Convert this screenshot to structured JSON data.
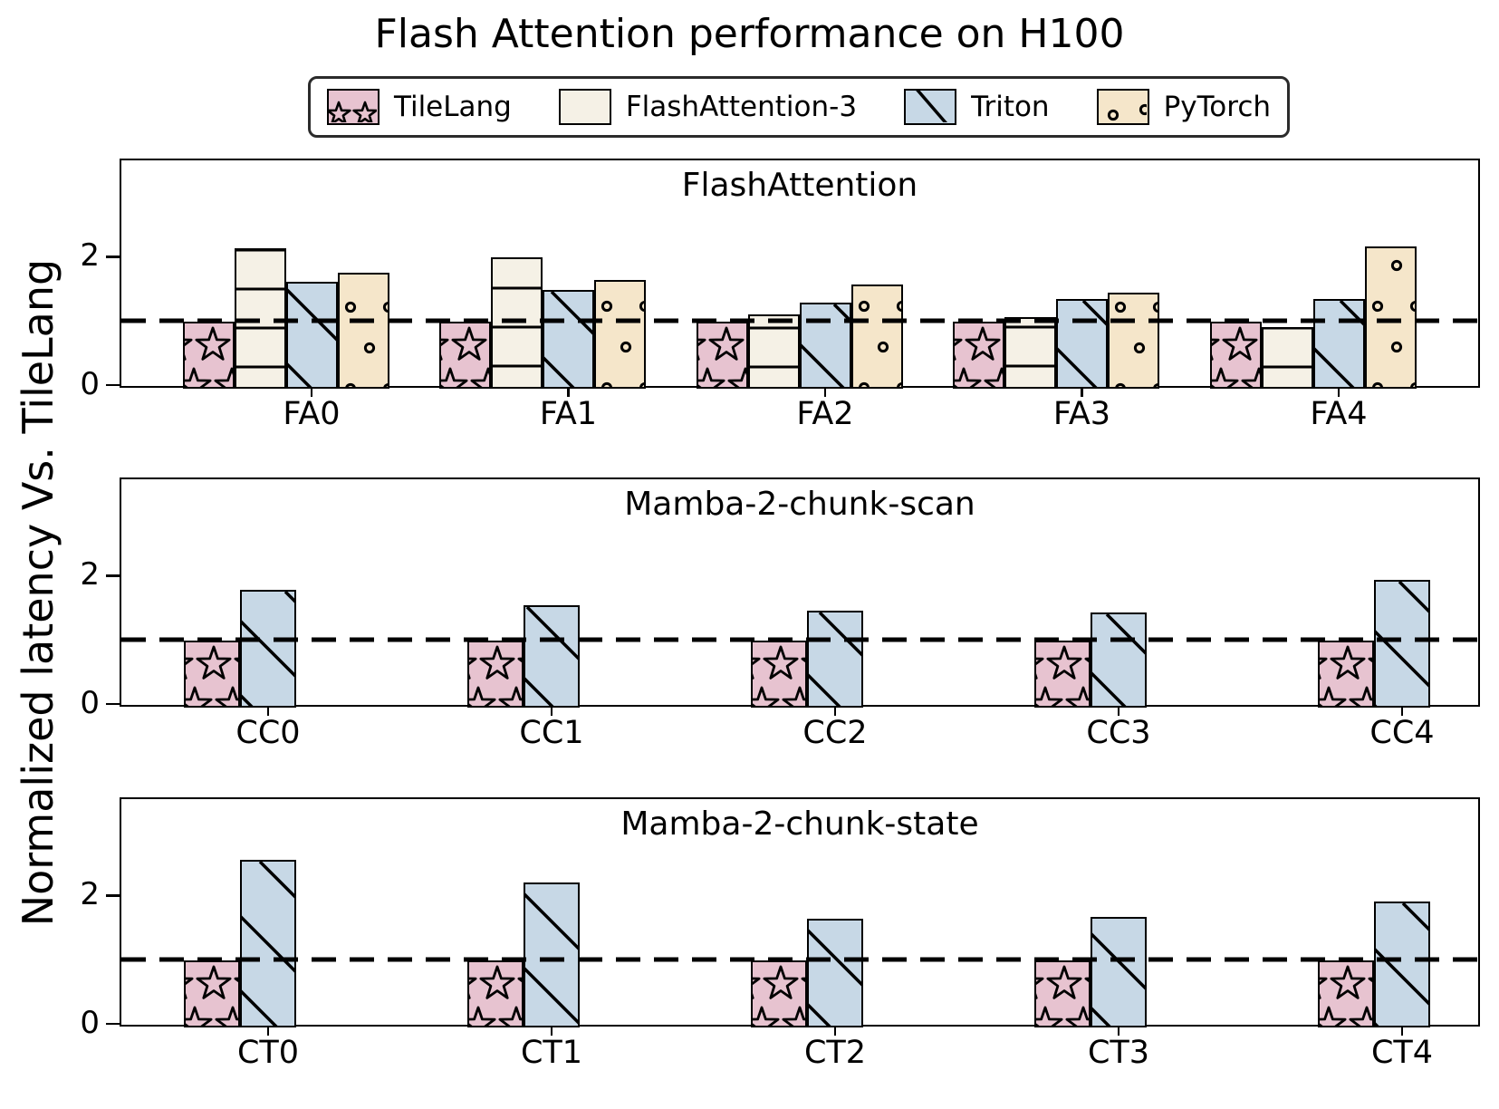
{
  "title": "Flash Attention performance on H100",
  "ylabel": "Normalized latency Vs. TileLang",
  "legend": {
    "entries": [
      {
        "label": "TileLang",
        "color": "#e7c3d0",
        "hatch": "star"
      },
      {
        "label": "FlashAttention-3",
        "color": "#f5f1e6",
        "hatch": "hlines"
      },
      {
        "label": "Triton",
        "color": "#c7d8e6",
        "hatch": "diag"
      },
      {
        "label": "PyTorch",
        "color": "#f5e6ca",
        "hatch": "circles"
      }
    ],
    "edge_color": "#000000"
  },
  "reference_line": {
    "value": 1.0,
    "style": "dashed",
    "color": "#000000"
  },
  "chart_data": [
    {
      "type": "bar",
      "title": "FlashAttention",
      "categories": [
        "FA0",
        "FA1",
        "FA2",
        "FA3",
        "FA4"
      ],
      "series": [
        {
          "name": "TileLang",
          "values": [
            1.0,
            1.0,
            1.0,
            1.0,
            1.0
          ]
        },
        {
          "name": "FlashAttention-3",
          "values": [
            2.15,
            2.0,
            1.12,
            1.07,
            0.92
          ]
        },
        {
          "name": "Triton",
          "values": [
            1.62,
            1.5,
            1.3,
            1.36,
            1.36
          ]
        },
        {
          "name": "PyTorch",
          "values": [
            1.77,
            1.65,
            1.58,
            1.46,
            2.17
          ]
        }
      ],
      "ylim": [
        0,
        3.5
      ],
      "yticks": [
        0,
        2
      ],
      "grid": false,
      "legend_position": "figure-top"
    },
    {
      "type": "bar",
      "title": "Mamba-2-chunk-scan",
      "categories": [
        "CC0",
        "CC1",
        "CC2",
        "CC3",
        "CC4"
      ],
      "series": [
        {
          "name": "TileLang",
          "values": [
            1.0,
            1.0,
            1.0,
            1.0,
            1.0
          ]
        },
        {
          "name": "Triton",
          "values": [
            1.8,
            1.55,
            1.47,
            1.44,
            1.95
          ]
        }
      ],
      "ylim": [
        0,
        3.5
      ],
      "yticks": [
        0,
        2
      ],
      "grid": false,
      "legend_position": "figure-top"
    },
    {
      "type": "bar",
      "title": "Mamba-2-chunk-state",
      "categories": [
        "CT0",
        "CT1",
        "CT2",
        "CT3",
        "CT4"
      ],
      "series": [
        {
          "name": "TileLang",
          "values": [
            1.0,
            1.0,
            1.0,
            1.0,
            1.0
          ]
        },
        {
          "name": "Triton",
          "values": [
            2.57,
            2.22,
            1.65,
            1.68,
            1.92
          ]
        }
      ],
      "ylim": [
        0,
        3.5
      ],
      "yticks": [
        0,
        2
      ],
      "grid": false,
      "legend_position": "figure-top"
    }
  ]
}
